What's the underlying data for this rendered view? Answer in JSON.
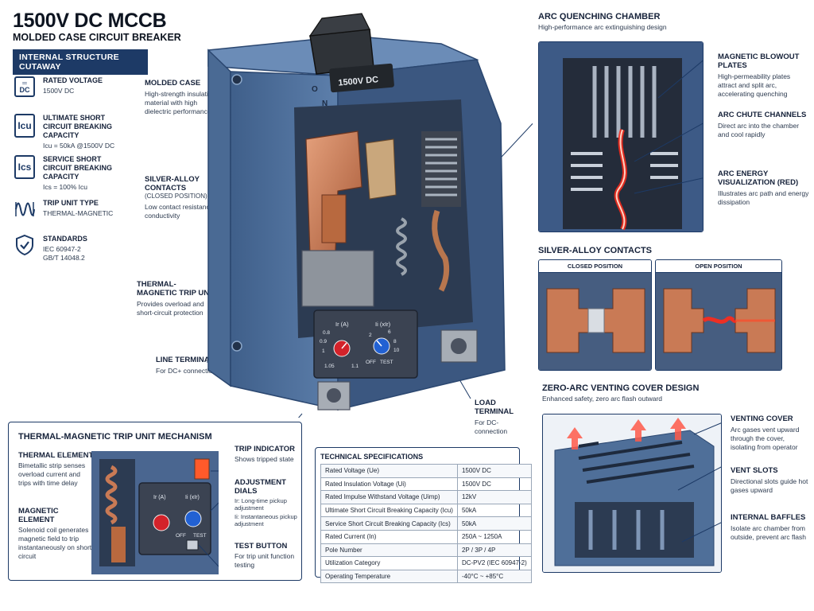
{
  "header": {
    "title": "1500V DC MCCB",
    "subtitle": "MOLDED CASE CIRCUIT BREAKER",
    "banner": "INTERNAL STRUCTURE CUTAWAY"
  },
  "specs": [
    {
      "icon": "dc-icon",
      "glyph": "DC",
      "title": "RATED VOLTAGE",
      "value": "1500V DC"
    },
    {
      "icon": "icu-icon",
      "glyph": "Icu",
      "title": "ULTIMATE SHORT CIRCUIT BREAKING CAPACITY",
      "value": "Icu = 50kA @1500V DC"
    },
    {
      "icon": "ics-icon",
      "glyph": "Ics",
      "title": "SERVICE SHORT CIRCUIT BREAKING CAPACITY",
      "value": "Ics = 100% Icu"
    },
    {
      "icon": "waveform-icon",
      "glyph": "∿",
      "title": "TRIP UNIT TYPE",
      "value": "THERMAL-MAGNETIC"
    },
    {
      "icon": "shield-check-icon",
      "glyph": "✓",
      "title": "STANDARDS",
      "value": "IEC 60947-2",
      "value2": "GB/T 14048.2"
    }
  ],
  "callouts": {
    "molded_case": {
      "title": "MOLDED CASE",
      "text": "High-strength insulating material with high dielectric performance"
    },
    "contacts": {
      "title": "SILVER-ALLOY CONTACTS",
      "sub": "(CLOSED POSITION)",
      "text": "Low contact resistance, high conductivity"
    },
    "trip_unit": {
      "title": "THERMAL-MAGNETIC TRIP UNIT",
      "text": "Provides overload and short-circuit protection"
    },
    "line_terminal": {
      "title": "LINE TERMINAL",
      "text": "For DC+ connection"
    },
    "load_terminal": {
      "title": "LOAD TERMINAL",
      "text": "For DC- connection"
    }
  },
  "breaker": {
    "handle_label": "1500V DC",
    "dial_ir_label": "Ir (A)",
    "dial_ii_label": "Ii (xIr)",
    "dial_ir_ticks": [
      "0.8",
      "0.9",
      "1",
      "1.05",
      "1.1"
    ],
    "dial_ii_ticks": [
      "2",
      "6",
      "8",
      "10",
      "OFF",
      "TEST"
    ],
    "mark_o": "O",
    "mark_n": "N"
  },
  "arc_chamber": {
    "title": "ARC QUENCHING CHAMBER",
    "subtitle": "High-performance arc extinguishing design",
    "labels": [
      {
        "title": "MAGNETIC BLOWOUT PLATES",
        "text": "High-permeability plates attract and split arc, accelerating quenching"
      },
      {
        "title": "ARC CHUTE CHANNELS",
        "text": "Direct arc into the chamber and cool rapidly"
      },
      {
        "title": "ARC ENERGY VISUALIZATION (RED)",
        "text": "Illustrates arc path and energy dissipation"
      }
    ]
  },
  "contacts_panel": {
    "title": "SILVER-ALLOY CONTACTS",
    "closed": "CLOSED POSITION",
    "open": "OPEN POSITION"
  },
  "venting": {
    "title": "ZERO-ARC VENTING COVER DESIGN",
    "subtitle": "Enhanced safety, zero arc flash outward",
    "labels": [
      {
        "title": "VENTING COVER",
        "text": "Arc gases vent upward through the cover, isolating from operator"
      },
      {
        "title": "VENT SLOTS",
        "text": "Directional slots guide hot gases upward"
      },
      {
        "title": "INTERNAL BAFFLES",
        "text": "Isolate arc chamber from outside, prevent arc flash"
      }
    ]
  },
  "trip_mech": {
    "title": "THERMAL-MAGNETIC TRIP UNIT MECHANISM",
    "left": [
      {
        "title": "THERMAL ELEMENT",
        "text": "Bimetallic strip senses overload current and trips with time delay"
      },
      {
        "title": "MAGNETIC ELEMENT",
        "text": "Solenoid coil generates magnetic field to trip instantaneously on short circuit"
      }
    ],
    "right": [
      {
        "title": "TRIP INDICATOR",
        "text": "Shows tripped state"
      },
      {
        "title": "ADJUSTMENT DIALS",
        "text": "Ir: Long-time pickup adjustment",
        "text2": "Ii: Instantaneous pickup adjustment"
      },
      {
        "title": "TEST BUTTON",
        "text": "For trip unit function testing"
      }
    ],
    "dial_ir": "Ir (A)",
    "dial_ii": "Ii (xIr)",
    "off": "OFF",
    "test": "TEST"
  },
  "tech_specs": {
    "title": "TECHNICAL SPECIFICATIONS",
    "rows": [
      [
        "Rated Voltage (Ue)",
        "1500V DC"
      ],
      [
        "Rated Insulation Voltage (Ui)",
        "1500V DC"
      ],
      [
        "Rated Impulse Withstand Voltage (Uimp)",
        "12kV"
      ],
      [
        "Ultimate Short Circuit Breaking Capacity (Icu)",
        "50kA"
      ],
      [
        "Service Short Circuit Breaking Capacity (Ics)",
        "50kA"
      ],
      [
        "Rated Current (In)",
        "250A ~ 1250A"
      ],
      [
        "Pole Number",
        "2P / 3P / 4P"
      ],
      [
        "Utilization Category",
        "DC-PV2 (IEC 60947-2)"
      ],
      [
        "Operating Temperature",
        "-40°C ~ +85°C"
      ]
    ]
  },
  "colors": {
    "navy": "#1d3a66",
    "case": "#4f6f99",
    "copper": "#c97a55",
    "arc": "#ff2a1a"
  }
}
